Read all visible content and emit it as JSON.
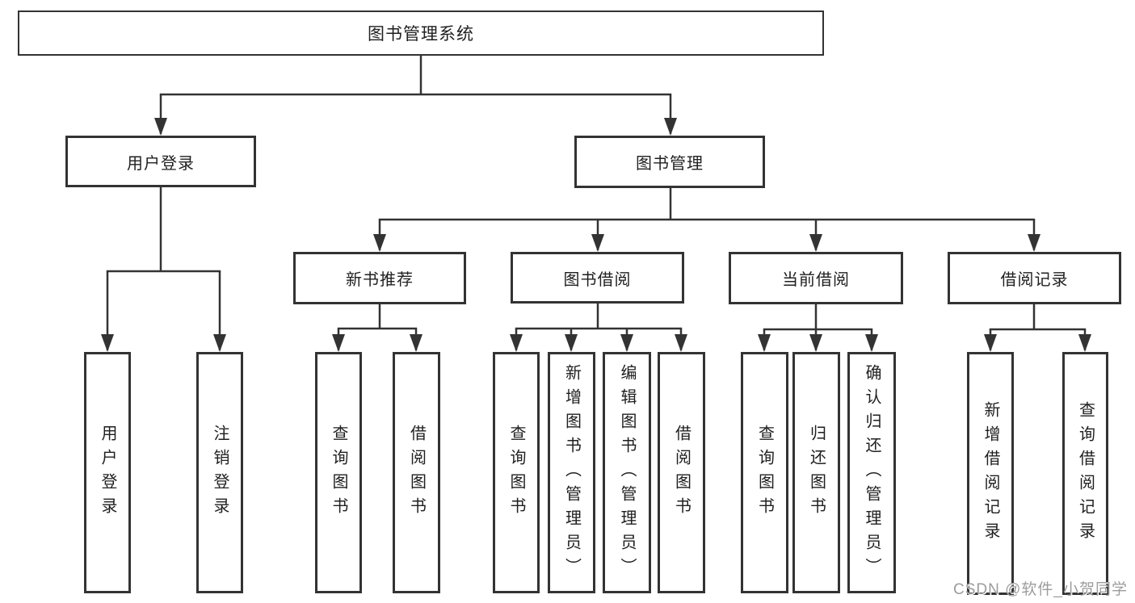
{
  "colors": {
    "line": "#333333",
    "box_border": "#333333",
    "text": "#1f1f1f",
    "background": "#ffffff",
    "watermark": "#9c9c9c"
  },
  "watermark": {
    "text": "CSDN @软件_小贺同学"
  },
  "tree": {
    "label": "图书管理系统",
    "children": [
      {
        "label": "用户登录",
        "children": [
          {
            "label": "用户登录"
          },
          {
            "label": "注销登录"
          }
        ]
      },
      {
        "label": "图书管理",
        "children": [
          {
            "label": "新书推荐",
            "children": [
              {
                "label": "查询图书"
              },
              {
                "label": "借阅图书"
              }
            ]
          },
          {
            "label": "图书借阅",
            "children": [
              {
                "label": "查询图书"
              },
              {
                "label": "新增图书（管理员）"
              },
              {
                "label": "编辑图书（管理员）"
              },
              {
                "label": "借阅图书"
              }
            ]
          },
          {
            "label": "当前借阅",
            "children": [
              {
                "label": "查询图书"
              },
              {
                "label": "归还图书"
              },
              {
                "label": "确认归还（管理员）"
              }
            ]
          },
          {
            "label": "借阅记录",
            "children": [
              {
                "label": "新增借阅记录"
              },
              {
                "label": "查询借阅记录"
              }
            ]
          }
        ]
      }
    ]
  }
}
